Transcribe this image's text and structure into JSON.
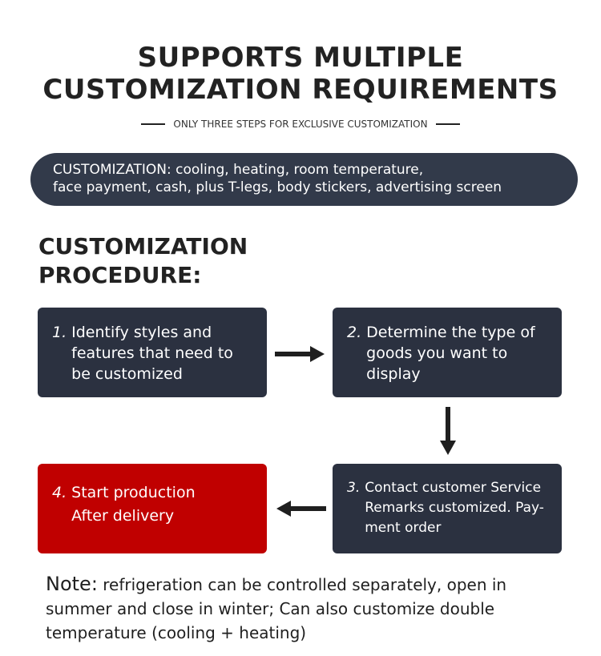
{
  "title": {
    "line1": "SUPPORTS MULTIPLE",
    "line2": "CUSTOMIZATION REQUIREMENTS"
  },
  "subtitle": "ONLY THREE STEPS FOR EXCLUSIVE CUSTOMIZATION",
  "banner": {
    "line1": "CUSTOMIZATION: cooling, heating, room temperature,",
    "line2": "face payment, cash, plus T-legs, body stickers, advertising screen"
  },
  "procedure": {
    "heading_line1": "CUSTOMIZATION",
    "heading_line2": "PROCEDURE:",
    "steps": [
      {
        "number": "1.",
        "lines": [
          "Identify styles and",
          "features that need to",
          "be customized"
        ]
      },
      {
        "number": "2.",
        "lines": [
          "Determine the type of",
          "goods you want to",
          "display"
        ]
      },
      {
        "number": "3.",
        "lines": [
          "Contact customer Service",
          "Remarks customized. Pay-",
          "ment order"
        ]
      },
      {
        "number": "4.",
        "lines": [
          "Start production",
          "After delivery"
        ]
      }
    ]
  },
  "colors": {
    "dark_box": "#2b3140",
    "banner": "#323a4a",
    "highlight_box": "#c00000",
    "arrow": "#1f1f1f"
  },
  "note": {
    "label": "Note:",
    "line1": " refrigeration can be controlled separately, open in",
    "line2": "summer and close in winter; Can also customize double",
    "line3": "temperature (cooling + heating)"
  }
}
